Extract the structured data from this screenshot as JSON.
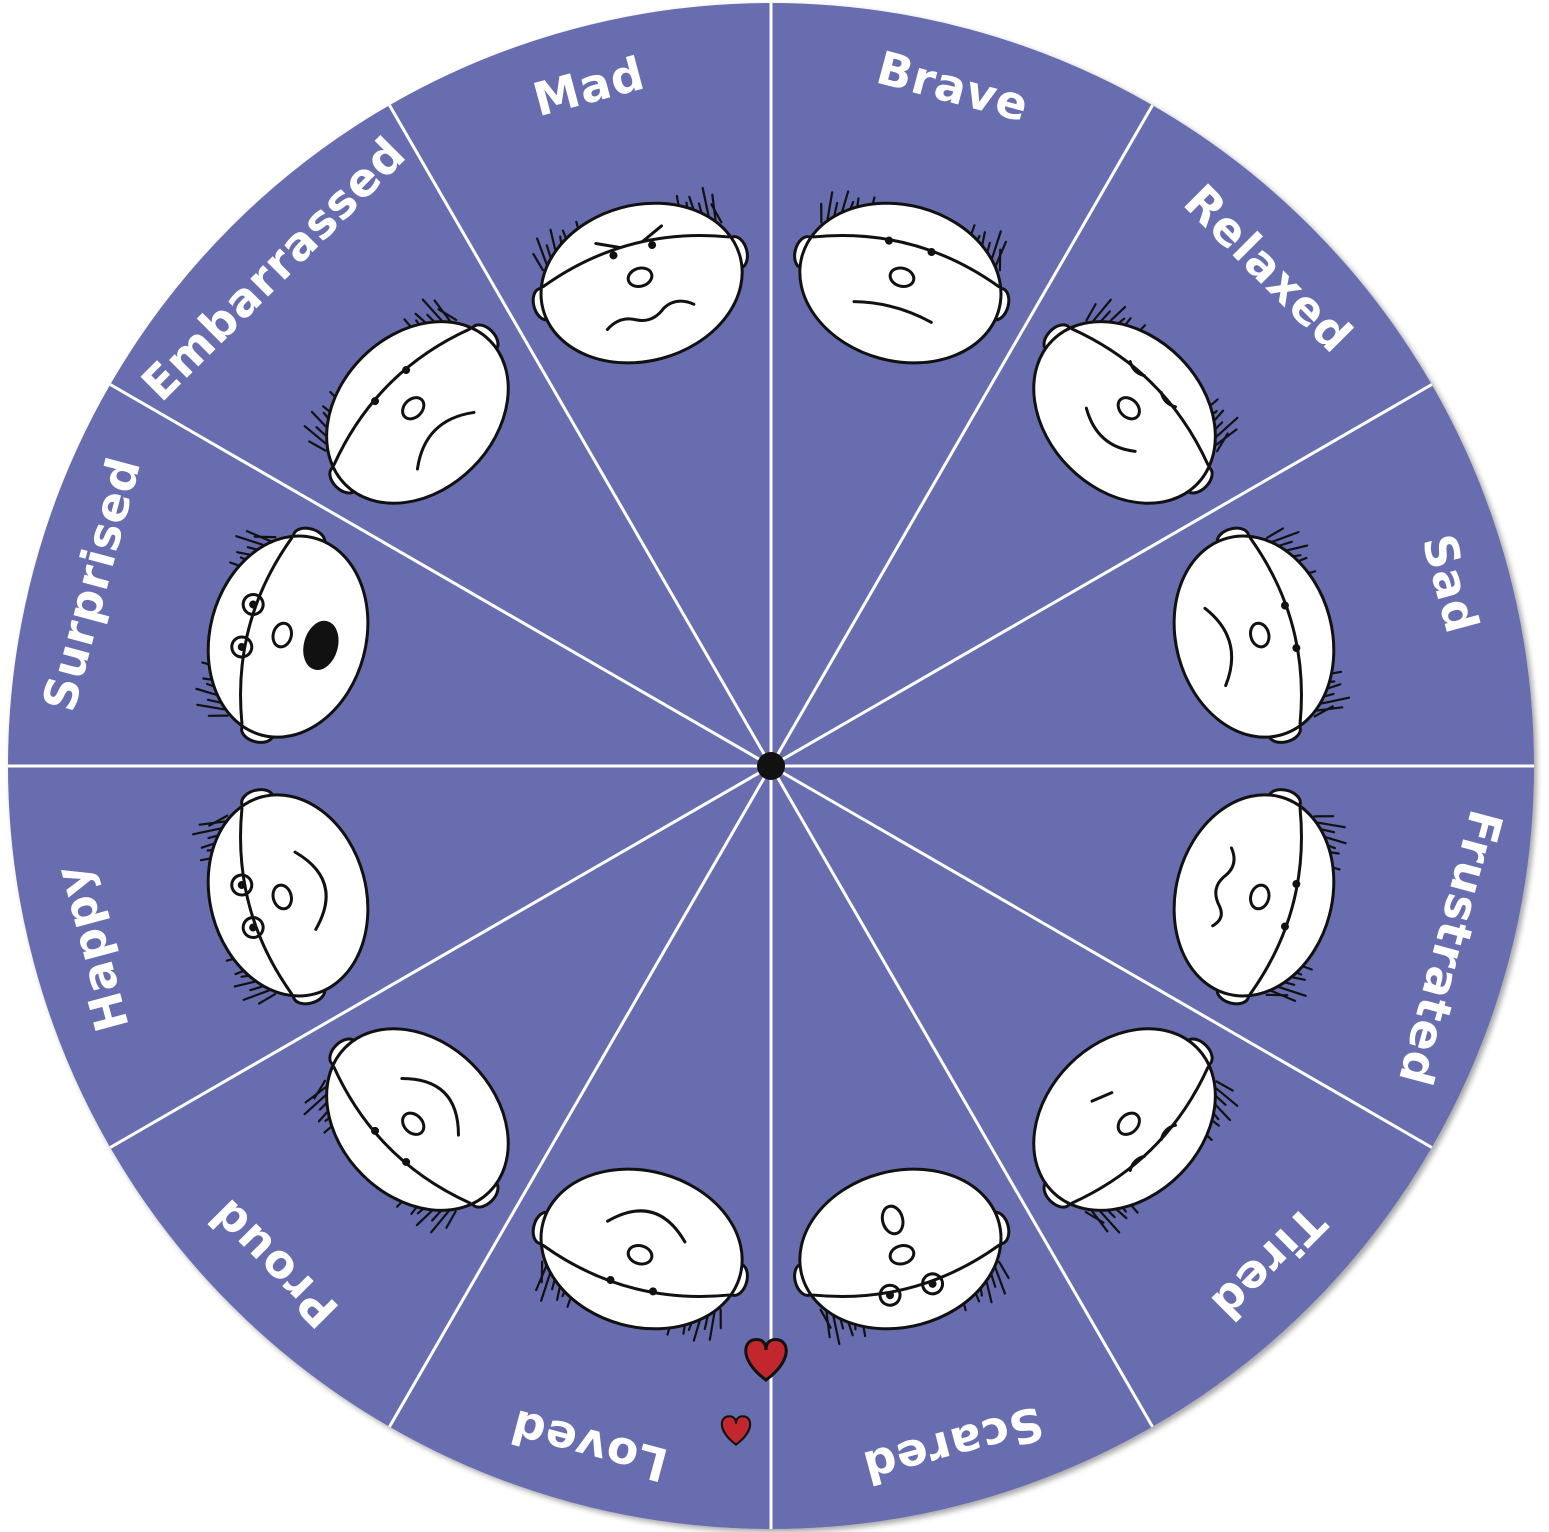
{
  "wheel": {
    "colors": {
      "segment": "#686db0",
      "divider": "#ffffff",
      "hub": "#111111",
      "heart": "#c1272d"
    },
    "emotions": [
      {
        "label": "Brave",
        "expression": "neutral-frown"
      },
      {
        "label": "Relaxed",
        "expression": "content-smirk"
      },
      {
        "label": "Sad",
        "expression": "sad"
      },
      {
        "label": "Frustrated",
        "expression": "wavy-frown"
      },
      {
        "label": "Tired",
        "expression": "sleepy"
      },
      {
        "label": "Scared",
        "expression": "scared"
      },
      {
        "label": "Loved",
        "expression": "smile"
      },
      {
        "label": "Proud",
        "expression": "proud-smile"
      },
      {
        "label": "Happy",
        "expression": "big-smile"
      },
      {
        "label": "Surprised",
        "expression": "open-mouth"
      },
      {
        "label": "Embarrassed",
        "expression": "awkward"
      },
      {
        "label": "Mad",
        "expression": "angry"
      }
    ],
    "decorations": [
      "heart-icon",
      "heart-icon"
    ]
  }
}
